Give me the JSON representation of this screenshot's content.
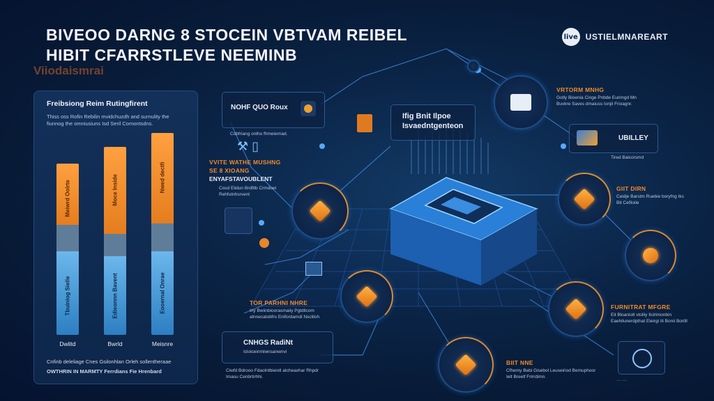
{
  "header": {
    "title_line1": "BIVEOO DARNG 8 STOCEIN VBTVAM REIBEL",
    "title_line2": "HIBIT CFARRSTLEVE NEEMINB",
    "tag": "Viiodaismrai",
    "brand_logo": "live",
    "brand_name": "USTIELMNAREART"
  },
  "chart": {
    "title": "Freibsiong Reim Rutingfirent",
    "desc": "Thiss oss Rofin Rebilin mvidchuzdh and surnulity the fiunnog the omniusiuns Isd Seril Comontsdns.",
    "footer_line1": "Cnfinb deleliage Cnes Gsilonhlan Orleh sollentheraae",
    "footer_line2": "OWTHRIN IN MARMTY Ferrdians Fie Hrenbard"
  },
  "chart_data": {
    "type": "bar",
    "categories": [
      "Dwlitd",
      "Bwrld",
      "Meisnre"
    ],
    "series": [
      {
        "segments_labels": [
          "Meiwrd Oolrte",
          "Moce Inside",
          "Nwed dectfi"
        ]
      },
      {
        "segments_labels": [
          "Tbuiniog Sielle",
          "Edieonnn Bavent",
          "Eooernal Onrae"
        ]
      }
    ]
  },
  "nodes": {
    "top_left_card": "NOHF QUO Roux",
    "top_left_text": "Cobfriang ontho fhmeiernad.",
    "orange_heading": "VVITE WATHE MUSHNG",
    "orange_sub": "SE 8 XIOANG",
    "white_sub": "ENYAFSTAVOUBLENT",
    "orange_desc": "Cosd Elidun Brdfitb Crmdoel Rehfutnhsrvent",
    "center_card_title": "Ifig Bnit Ilpoe",
    "center_card_sub": "Isvaedntgenteon",
    "top_right_head": "VRTORM MNHG",
    "top_right_text": "Gotly Bioenia Cinge Pnbde Eurimgd Mn Buvkre Saves dmaiuss Ionjil Frioagnr.",
    "right_card": "UBILLEY",
    "right_card_text": "Tired Balcorsmd",
    "right2_head": "GIIT DIRN",
    "right2_text": "Ceidje Barstm Ruebie boryfng Iks Bit Cefiloile",
    "left_mid_head": "TOR PARHNI NHRE",
    "left_mid_text": "Iriy Bwiinbioorasmaiiy Pgtdlicom alnnecatobfrs Enifordamdi Nscliloh",
    "right3_head": "FURNITRAT MFGRE",
    "right3_text": "Eit Bloaniotl vtoliiy Ilcirlmonbin Eaehilunerdpthat Eleirgi Iti Bonii Borilll",
    "bottom_left_card": "CNHGS RadiNt",
    "bottom_left_text": "Icloiceinmiwnsanwnvi",
    "bottom_left_desc": "Ciwfd Bdrooo Fdaolntbieiotl atcheaxhar Rhpdr Imasu Cenbrtirhhi.",
    "bottom_mid_head": "BIIT NNE",
    "bottom_mid_text": "Cfhemy Bebi Gisebol Leuseiriod Bemuphoor Ielt Breelf Frirrdimn."
  }
}
